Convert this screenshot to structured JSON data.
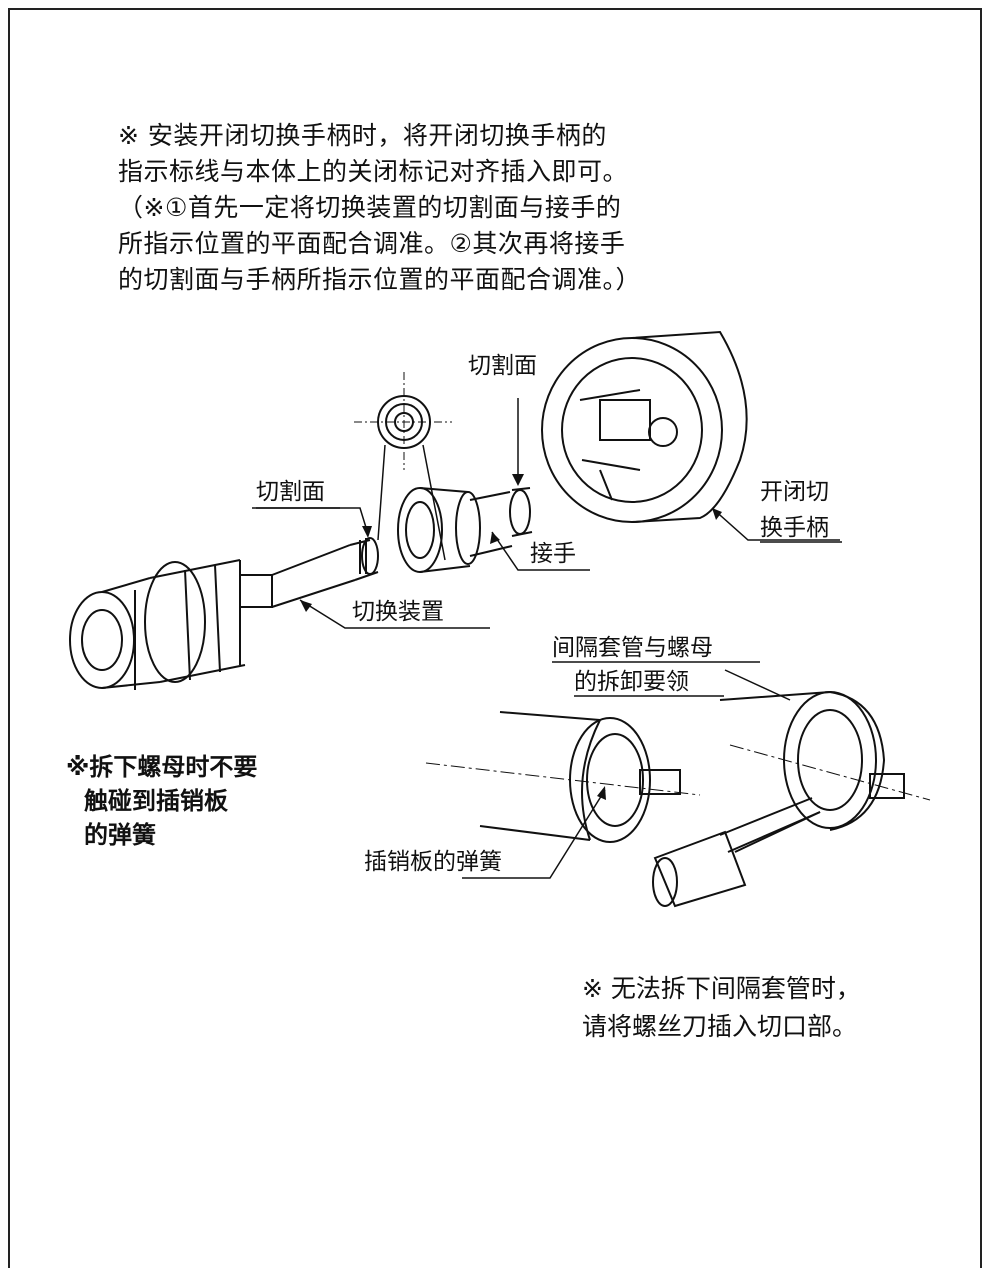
{
  "top_note": {
    "lines": [
      "※ 安装开闭切换手柄时，将开闭切换手柄的",
      "指示标线与本体上的关闭标记对齐插入即可。",
      "（※①首先一定将切换装置的切割面与接手的",
      "所指示位置的平面配合调准。②其次再将接手",
      "的切割面与手柄所指示位置的平面配合调准。）"
    ]
  },
  "labels": {
    "cut_surface_top": "切割面",
    "cut_surface_left": "切割面",
    "switch_handle_line1": "开闭切",
    "switch_handle_line2": "换手柄",
    "joint": "接手",
    "switch_device": "切换装置",
    "spacer_removal_line1": "间隔套管与螺母",
    "spacer_removal_line2": "的拆卸要领",
    "pin_plate_spring": "插销板的弹簧"
  },
  "warning": {
    "lines": [
      "※拆下螺母时不要",
      "  触碰到插销板",
      "  的弹簧"
    ]
  },
  "bottom_note": {
    "lines": [
      "※ 无法拆下间隔套管时，",
      "请将螺丝刀插入切口部。"
    ]
  }
}
